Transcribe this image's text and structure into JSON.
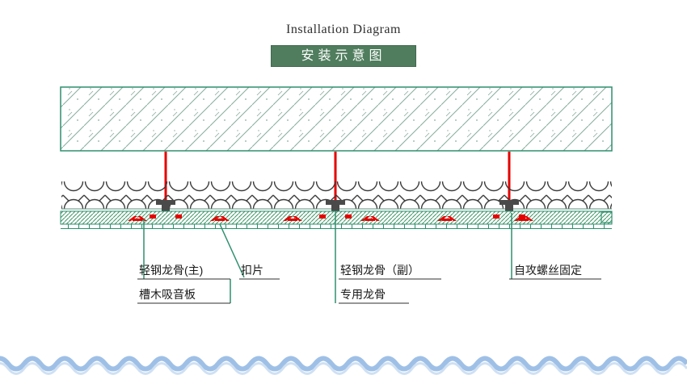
{
  "header": {
    "title_en": "Installation Diagram",
    "title_zh": "安装示意图"
  },
  "diagram": {
    "labels": {
      "main_keel": "轻钢龙骨(主)",
      "clip": "扣片",
      "sub_keel": "轻钢龙骨（副）",
      "special_keel": "专用龙骨",
      "screw_fix": "自攻螺丝固定",
      "acoustic_panel": "槽木吸音板"
    },
    "colors": {
      "outline_green": "#2e8f6e",
      "hanger_red": "#e60000",
      "clip_red": "#e60000",
      "bracket_gray": "#4a4a4a",
      "loop_dark": "#3b3b3b",
      "banner_green": "#4f7d5d",
      "wave_blue": "#9fc0e6",
      "wave_blue_light": "#cfe0f3"
    }
  }
}
